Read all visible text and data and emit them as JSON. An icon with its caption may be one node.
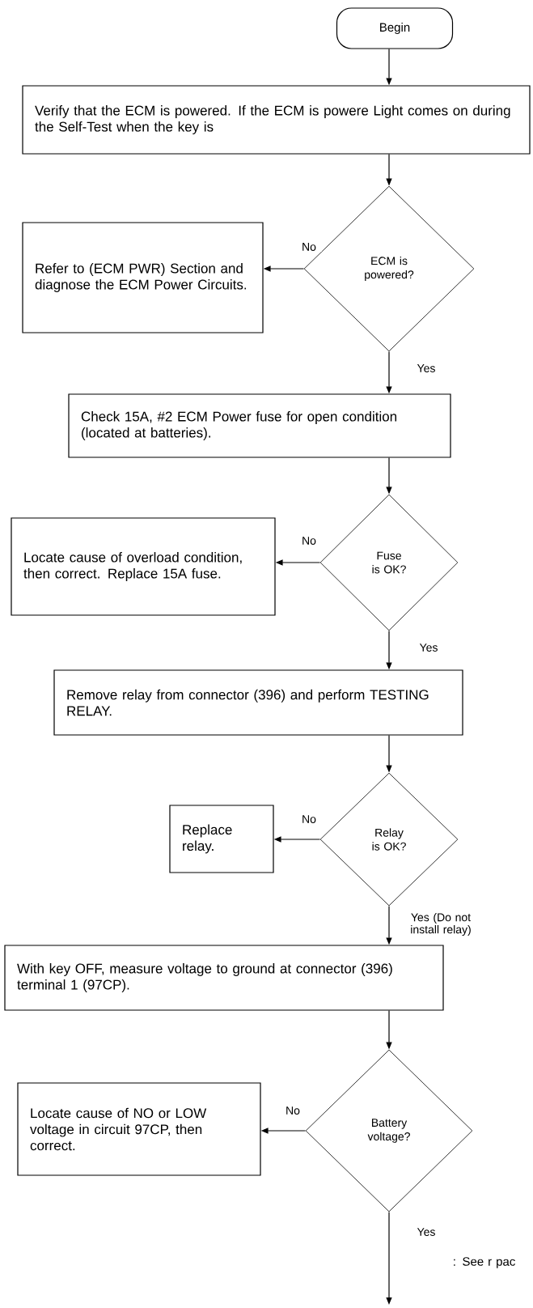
{
  "diagram": {
    "nodes": [
      {
        "text": [
          "Begin"
        ]
      },
      {
        "text": [
          "Verify that the ECM is powered. If the ECM is powere Light comes on during the Self-Test when the key is"
        ]
      },
      {
        "text": [
          "ECM is powered?"
        ]
      },
      {
        "text": [
          "Refer to (ECM PWR) Section and diagnose the ECM Power Circuits."
        ]
      },
      {
        "text": [
          "Check 15A, #2 ECM Power fuse for open condition (located at batteries)."
        ]
      },
      {
        "text": [
          "Fuse is OK?"
        ]
      },
      {
        "text": [
          "Locate cause of overload condition, then correct. Replace 15A fuse."
        ]
      },
      {
        "text": [
          "Remove relay from connector (396) and perform TESTING RELAY."
        ]
      },
      {
        "text": [
          "Relay is OK?"
        ]
      },
      {
        "text": [
          "Replace relay."
        ]
      },
      {
        "text": [
          "With key OFF, measure voltage to ground at connector (396) terminal 1 (97CP)."
        ]
      },
      {
        "text": [
          "Battery voltage?"
        ]
      },
      {
        "text": [
          "Locate cause of NO or LOW voltage in circuit 97CP, then correct."
        ]
      }
    ],
    "edges": [
      {
        "from": 0,
        "to": 1,
        "arrow": "to"
      },
      {
        "from": 1,
        "to": 2,
        "arrow": "to"
      },
      {
        "from": 2,
        "to": 3,
        "arrow": "to",
        "label": "No"
      },
      {
        "from": 2,
        "to": 4,
        "arrow": "to",
        "label": "Yes"
      },
      {
        "from": 4,
        "to": 5,
        "arrow": "to"
      },
      {
        "from": 5,
        "to": 6,
        "arrow": "to",
        "label": "No"
      },
      {
        "from": 5,
        "to": 7,
        "arrow": "to",
        "label": "Yes"
      },
      {
        "from": 7,
        "to": 8,
        "arrow": "to"
      },
      {
        "from": 8,
        "to": 9,
        "arrow": "to",
        "label": "No"
      },
      {
        "from": 8,
        "to": 10,
        "arrow": "to",
        "label": "Yes (Do not install relay)"
      },
      {
        "from": 10,
        "to": 11,
        "arrow": "to"
      },
      {
        "from": 11,
        "to": 12,
        "arrow": "to",
        "label": "No"
      },
      {
        "from": 11,
        "to": null,
        "arrow": "to",
        "label": "Yes"
      }
    ],
    "labels": [
      ": See r pac"
    ]
  }
}
